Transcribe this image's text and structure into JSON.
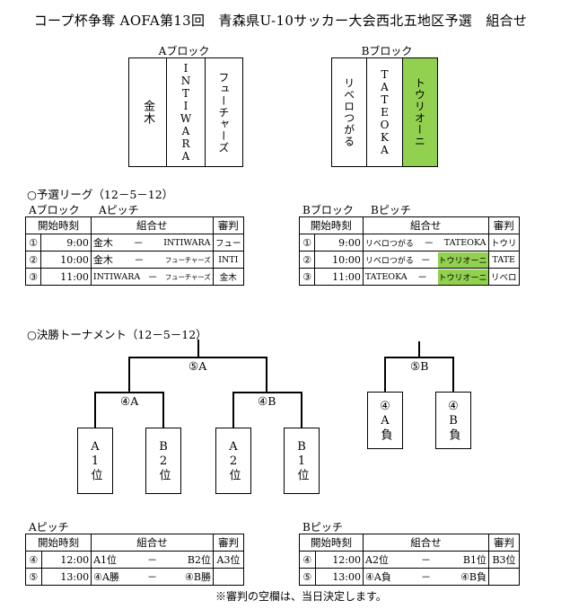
{
  "title": "コープ杯争奪 AOFA第13回　青森県U-10サッカー大会西北五地区予選　組合せ",
  "block_a": {
    "label": "Aブロック",
    "teams": [
      "金木",
      "INTIWARA",
      "フューチャーズ"
    ]
  },
  "block_b": {
    "label": "Bブロック",
    "teams": [
      "リベロつがる",
      "TATEOKA",
      "トウリオーニ"
    ]
  },
  "prelim": {
    "heading": "○予選リーグ（12－5－12）",
    "a": {
      "block": "Aブロック",
      "pitch": "Aピッチ",
      "headers": [
        "開始時刻",
        "組合せ",
        "審判"
      ],
      "rows": [
        {
          "no": "①",
          "time": "9:00",
          "home": "金木",
          "dash": "－",
          "away": "INTIWARA",
          "ref": "フュー"
        },
        {
          "no": "②",
          "time": "10:00",
          "home": "金木",
          "dash": "－",
          "away": "フューチャーズ",
          "ref": "INTI"
        },
        {
          "no": "③",
          "time": "11:00",
          "home": "INTIWARA",
          "dash": "－",
          "away": "フューチャーズ",
          "ref": "金木"
        }
      ]
    },
    "b": {
      "block": "Bブロック",
      "pitch": "Bピッチ",
      "headers": [
        "開始時刻",
        "組合せ",
        "審判"
      ],
      "rows": [
        {
          "no": "①",
          "time": "9:00",
          "home": "リベロつがる",
          "dash": "－",
          "away": "TATEOKA",
          "ref": "トウリ"
        },
        {
          "no": "②",
          "time": "10:00",
          "home": "リベロつがる",
          "dash": "－",
          "away": "トウリオーニ",
          "ref": "TATE"
        },
        {
          "no": "③",
          "time": "11:00",
          "home": "TATEOKA",
          "dash": "－",
          "away": "トウリオーニ",
          "ref": "リベロ"
        }
      ]
    }
  },
  "final": {
    "heading": "○決勝トーナメント（12－5－12）",
    "match5a": "⑤A",
    "match4a": "④A",
    "match4b": "④B",
    "match5b": "⑤B",
    "slots": [
      "A1位",
      "B2位",
      "A2位",
      "B1位",
      "④A負",
      "④B負"
    ]
  },
  "final_tables": {
    "a": {
      "pitch": "Aピッチ",
      "headers": [
        "開始時刻",
        "組合せ",
        "審判"
      ],
      "rows": [
        {
          "no": "④",
          "time": "12:00",
          "home": "A1位",
          "dash": "－",
          "away": "B2位",
          "ref": "A3位"
        },
        {
          "no": "⑤",
          "time": "13:00",
          "home": "④A勝",
          "dash": "－",
          "away": "④B勝",
          "ref": ""
        }
      ]
    },
    "b": {
      "pitch": "Bピッチ",
      "headers": [
        "開始時刻",
        "組合せ",
        "審判"
      ],
      "rows": [
        {
          "no": "④",
          "time": "12:00",
          "home": "A2位",
          "dash": "－",
          "away": "B1位",
          "ref": "B3位"
        },
        {
          "no": "⑤",
          "time": "13:00",
          "home": "④A負",
          "dash": "－",
          "away": "④B負",
          "ref": ""
        }
      ]
    }
  },
  "footnote": "※審判の空欄は、当日決定します。",
  "colors": {
    "highlight": "#92d050"
  }
}
